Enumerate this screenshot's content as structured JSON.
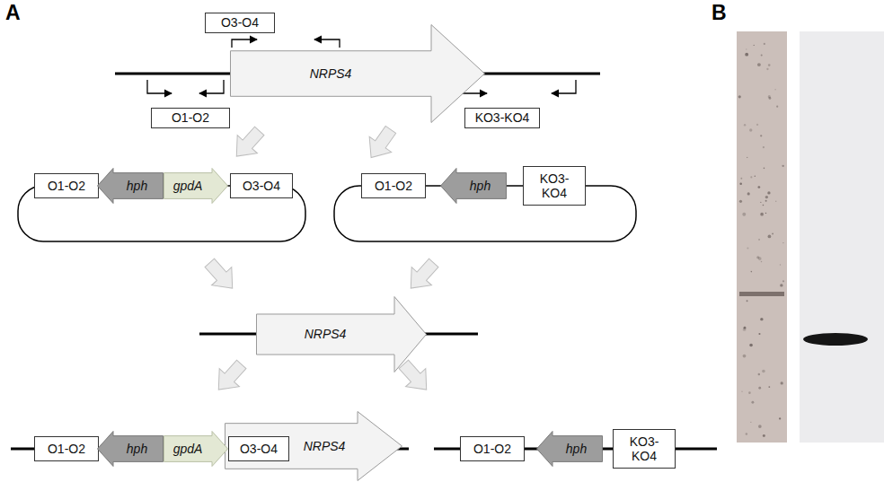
{
  "diagram": {
    "nodes": [
      {
        "text": [
          "O3-O4"
        ]
      },
      {
        "text": [
          "NRPS4"
        ]
      },
      {
        "text": [
          "O1-O2"
        ]
      },
      {
        "text": [
          "KO3-KO4"
        ]
      },
      {
        "text": [
          "O1-O2"
        ]
      },
      {
        "text": [
          "hph"
        ]
      },
      {
        "text": [
          "gpdA"
        ]
      },
      {
        "text": [
          "O3-O4"
        ]
      },
      {
        "text": [
          "O1-O2"
        ]
      },
      {
        "text": [
          "hph"
        ]
      },
      {
        "text": [
          "KO3- KO4"
        ]
      },
      {
        "text": [
          "NRPS4"
        ]
      },
      {
        "text": [
          "O1-O2"
        ]
      },
      {
        "text": [
          "hph"
        ]
      },
      {
        "text": [
          "gpdA"
        ]
      },
      {
        "text": [
          "O3-O4"
        ]
      },
      {
        "text": [
          "NRPS4"
        ]
      },
      {
        "text": [
          "O1-O2"
        ]
      },
      {
        "text": [
          "hph"
        ]
      },
      {
        "text": [
          "KO3- KO4"
        ]
      }
    ],
    "labels": [
      "A",
      "B"
    ]
  }
}
